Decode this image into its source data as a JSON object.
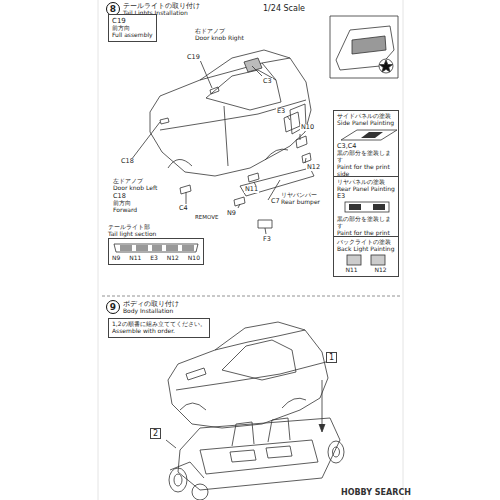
{
  "diagram": {
    "nodes": [
      {
        "text": [
          "8",
          "テールライトの取り付け",
          "Tail Lights Installation"
        ]
      },
      {
        "text": [
          "C19",
          "前方向",
          "Full assembly"
        ]
      },
      {
        "text": [
          "サイドパネルの塗装",
          "Side Panel Painting",
          "C3,C4",
          "黒の部分を塗装します",
          "Paint for the print side"
        ]
      },
      {
        "text": [
          "リヤパネルの塗装",
          "Rear Panel Painting",
          "E3",
          "黒の部分を塗装します",
          "Paint for the print side"
        ]
      },
      {
        "text": [
          "バックライトの塗装",
          "Back Light Painting",
          "N11",
          "N12"
        ]
      },
      {
        "text": [
          "テールライト部",
          "Tail light section",
          "N9",
          "N11",
          "E3",
          "N12",
          "N10"
        ]
      },
      {
        "text": [
          "9",
          "ボディの取り付け",
          "Body Installation"
        ]
      },
      {
        "text": [
          "1,2の順番に組み立ててください。",
          "Assemble with order."
        ]
      },
      {
        "text": [
          "1"
        ]
      },
      {
        "text": [
          "2"
        ]
      }
    ],
    "labels": [
      "1/24 Scale",
      "右ドアノブ",
      "Door knob Right",
      "C19",
      "C3",
      "E3",
      "N10",
      "N12",
      "N11",
      "N9",
      "C7",
      "リヤバンパー",
      "Rear bumper",
      "F3",
      "C18",
      "左ドアノブ",
      "Door knob Left",
      "C18",
      "前方向",
      "Forward",
      "C4",
      "REMOVE",
      "HOBBY SEARCH"
    ]
  }
}
